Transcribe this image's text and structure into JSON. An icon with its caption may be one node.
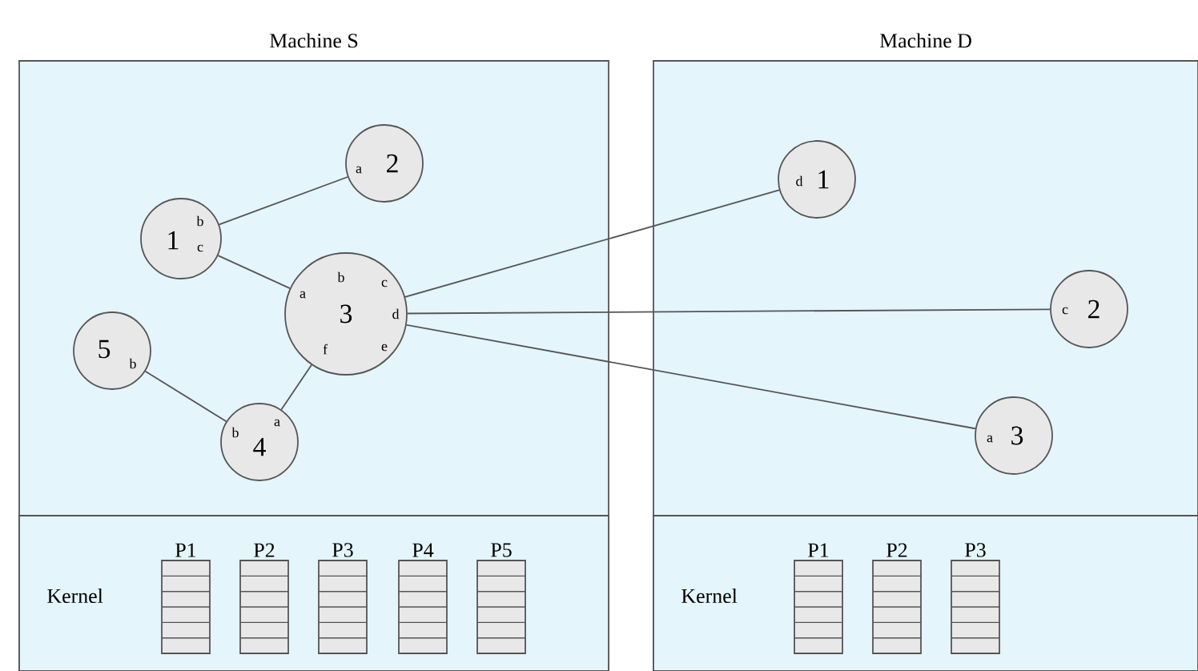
{
  "diagram": {
    "nodes": [
      {
        "text": [
          "Machine S"
        ]
      },
      {
        "text": [
          "a",
          "2"
        ],
        "in": 0
      },
      {
        "text": [
          "1",
          "b",
          "c"
        ],
        "in": 0
      },
      {
        "text": [
          "b",
          "c",
          "a",
          "3",
          "d",
          "f",
          "e"
        ],
        "in": 0
      },
      {
        "text": [
          "5",
          "b"
        ],
        "in": 0
      },
      {
        "text": [
          "a",
          "b",
          "4"
        ],
        "in": 0
      },
      {
        "text": [
          "Kernel"
        ],
        "in": 0
      },
      {
        "text": [
          "P1"
        ],
        "in": 6
      },
      {
        "text": [
          "P2"
        ],
        "in": 6
      },
      {
        "text": [
          "P3"
        ],
        "in": 6
      },
      {
        "text": [
          "P4"
        ],
        "in": 6
      },
      {
        "text": [
          "P5"
        ],
        "in": 6
      },
      {
        "text": [
          "Machine D"
        ]
      },
      {
        "text": [
          "d",
          "1"
        ],
        "in": 12
      },
      {
        "text": [
          "c",
          "2"
        ],
        "in": 12
      },
      {
        "text": [
          "a",
          "3"
        ],
        "in": 12
      },
      {
        "text": [
          "Kernel"
        ],
        "in": 12
      },
      {
        "text": [
          "P1"
        ],
        "in": 16
      },
      {
        "text": [
          "P2"
        ],
        "in": 16
      },
      {
        "text": [
          "P3"
        ],
        "in": 16
      }
    ],
    "edges": [
      {
        "from": 2,
        "to": 1,
        "arrow": "none"
      },
      {
        "from": 2,
        "to": 3,
        "arrow": "none"
      },
      {
        "from": 3,
        "to": 5,
        "arrow": "none"
      },
      {
        "from": 5,
        "to": 4,
        "arrow": "none"
      },
      {
        "from": 3,
        "to": 13,
        "arrow": "none"
      },
      {
        "from": 3,
        "to": 14,
        "arrow": "none"
      },
      {
        "from": 3,
        "to": 15,
        "arrow": "none"
      }
    ]
  }
}
